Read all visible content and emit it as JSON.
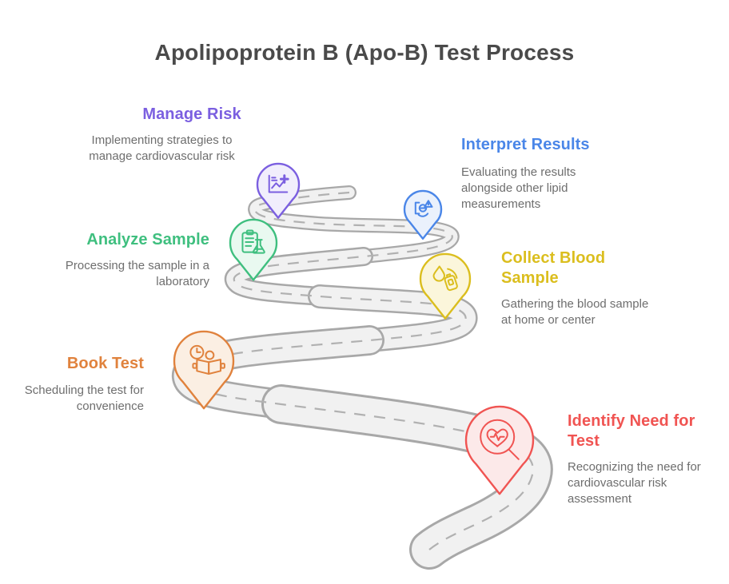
{
  "title": "Apolipoprotein B (Apo-B) Test Process",
  "road": {
    "fill": "#f1f1f1",
    "edge": "#a8a8a8",
    "dash": "#b1b1b1"
  },
  "text_colors": {
    "title": "#4a4a4a",
    "body": "#6e6e6e"
  },
  "steps": [
    {
      "id": "manage-risk",
      "label": "Manage Risk",
      "description": "Implementing strategies to manage cardiovascular risk",
      "color": "#7b5fe0",
      "tint": "#f1eefc",
      "icon": "chart-plus-icon"
    },
    {
      "id": "interpret-results",
      "label": "Interpret Results",
      "description": "Evaluating the results alongside other lipid measurements",
      "color": "#4a86e8",
      "tint": "#eaf1fc",
      "icon": "results-alert-icon"
    },
    {
      "id": "analyze-sample",
      "label": "Analyze Sample",
      "description": "Processing the sample in a laboratory",
      "color": "#3fbf7f",
      "tint": "#e9f9f0",
      "icon": "clipboard-flask-icon"
    },
    {
      "id": "collect-blood-sample",
      "label": "Collect Blood Sample",
      "description": "Gathering the blood sample at home or center",
      "color": "#dbbe1e",
      "tint": "#fbf6db",
      "icon": "blood-drop-bag-icon"
    },
    {
      "id": "book-test",
      "label": "Book Test",
      "description": "Scheduling the test for convenience",
      "color": "#e0823d",
      "tint": "#fbefe3",
      "icon": "clock-reader-icon"
    },
    {
      "id": "identify-need-for-test",
      "label": "Identify Need for Test",
      "description": "Recognizing the need for cardiovascular risk assessment",
      "color": "#f05452",
      "tint": "#fce9e9",
      "icon": "heart-magnifier-icon"
    }
  ]
}
